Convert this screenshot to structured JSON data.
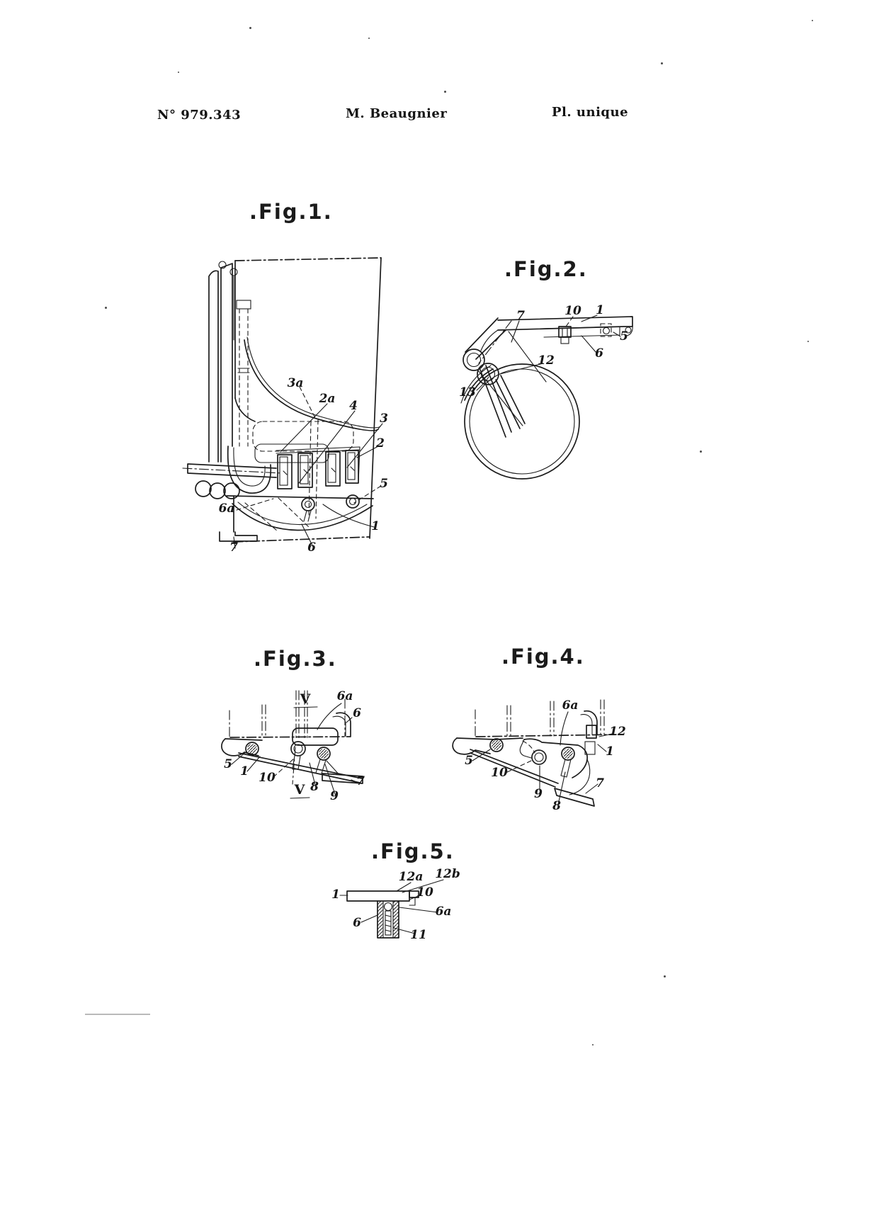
{
  "colors": {
    "paper": "#ffffff",
    "ink": "#1c1c1c"
  },
  "header": {
    "patent_number": "N° 979.343",
    "author": "M. Beaugnier",
    "plate_note": "Pl. unique"
  },
  "figures": [
    {
      "id": "fig1",
      "title": ".Fig.1.",
      "labels": [
        "3a",
        "2a",
        "4",
        "3",
        "2",
        "5",
        "6a",
        "7",
        "6",
        "1"
      ]
    },
    {
      "id": "fig2",
      "title": ".Fig.2.",
      "labels": [
        "7",
        "10",
        "1",
        "5",
        "6",
        "12",
        "13"
      ]
    },
    {
      "id": "fig3",
      "title": ".Fig.3.",
      "labels": [
        "V",
        "6a",
        "6",
        "5",
        "1",
        "10",
        "V",
        "8",
        "9",
        "7"
      ]
    },
    {
      "id": "fig4",
      "title": ".Fig.4.",
      "labels": [
        "6a",
        "12",
        "1",
        "5",
        "10",
        "9",
        "8",
        "7"
      ]
    },
    {
      "id": "fig5",
      "title": ".Fig.5.",
      "labels": [
        "12a",
        "12b",
        "1",
        "10",
        "6a",
        "6",
        "11"
      ]
    }
  ]
}
